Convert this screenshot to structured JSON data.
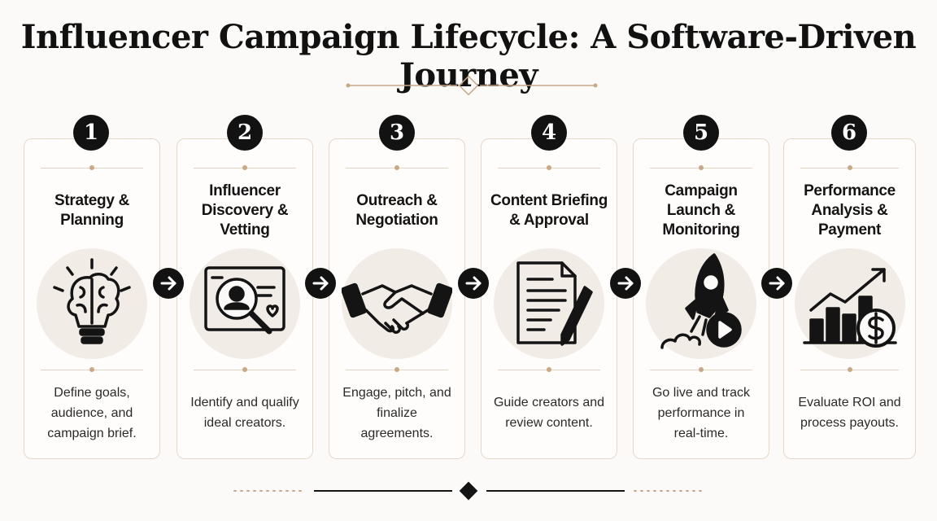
{
  "title": "Influencer Campaign Lifecycle: A Software-Driven Journey",
  "steps": [
    {
      "number": "1",
      "title": "Strategy & Planning",
      "icon": "lightbulb-brain-icon",
      "description": "Define goals, audience, and campaign brief."
    },
    {
      "number": "2",
      "title": "Influencer Discovery & Vetting",
      "icon": "profile-search-icon",
      "description": "Identify and qualify ideal creators."
    },
    {
      "number": "3",
      "title": "Outreach & Negotiation",
      "icon": "handshake-icon",
      "description": "Engage, pitch, and finalize agreements."
    },
    {
      "number": "4",
      "title": "Content Briefing & Approval",
      "icon": "document-pen-icon",
      "description": "Guide creators and review content."
    },
    {
      "number": "5",
      "title": "Campaign Launch & Monitoring",
      "icon": "rocket-play-icon",
      "description": "Go live and track performance in real-time."
    },
    {
      "number": "6",
      "title": "Performance Analysis & Payment",
      "icon": "growth-chart-dollar-icon",
      "description": "Evaluate ROI and process payouts."
    }
  ],
  "colors": {
    "accent": "#c8a887",
    "card_border": "#e6d7c9",
    "icon_bg": "#f1ece6",
    "dark": "#121212"
  }
}
